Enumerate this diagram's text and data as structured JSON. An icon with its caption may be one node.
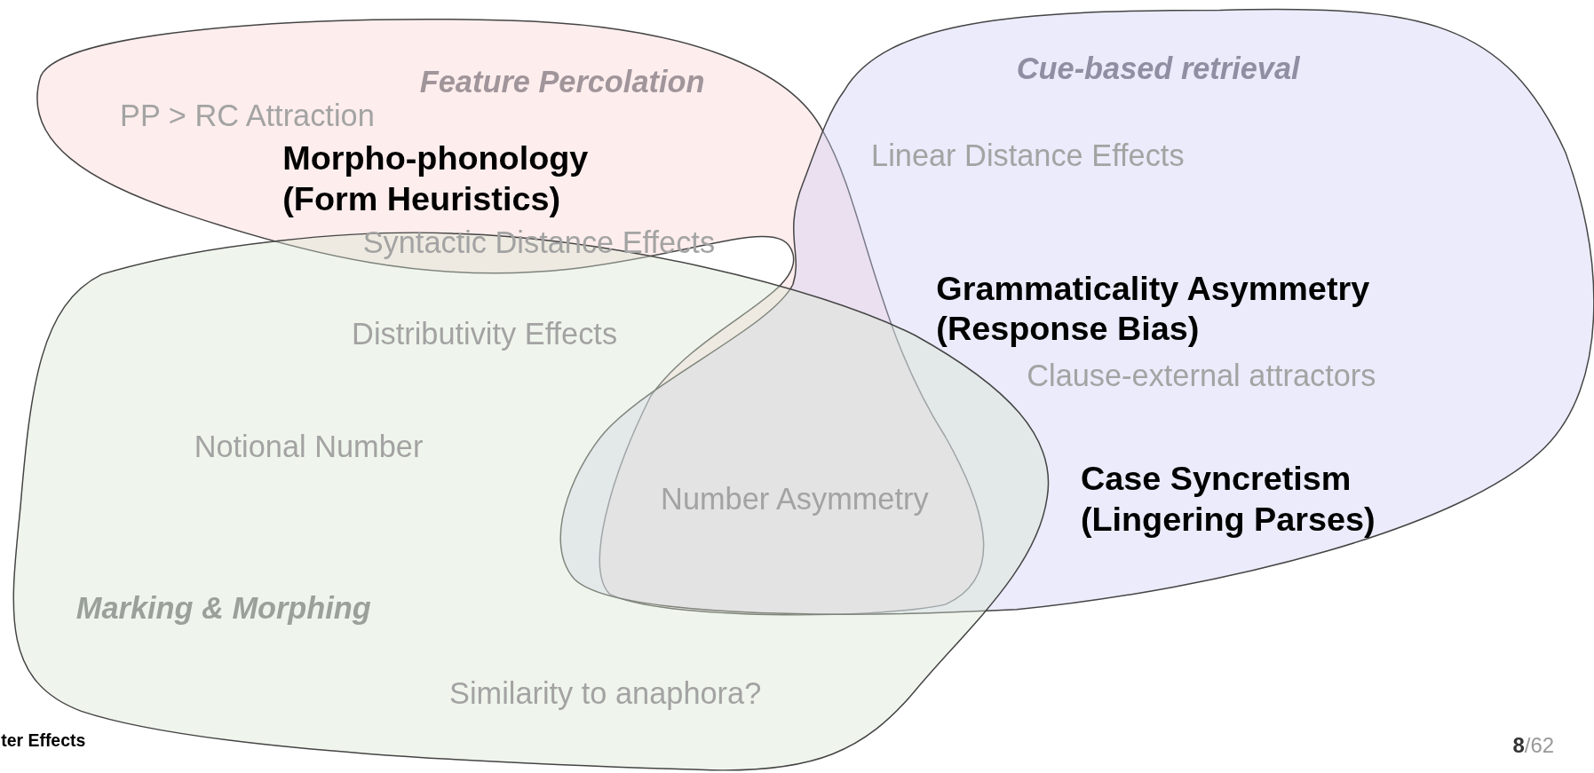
{
  "diagram": {
    "nodes": [
      {
        "text": [
          "Feature Percolation",
          "PP > RC Attraction",
          "Morpho-phonology (Form Heuristics)"
        ]
      },
      {
        "text": [
          "Cue-based retrieval",
          "Linear Distance Effects",
          "Grammaticality Asymmetry (Response Bias)",
          "Clause-external attractors",
          "Case Syncretism (Lingering Parses)"
        ]
      },
      {
        "text": [
          "Marking & Morphing",
          "Distributivity Effects",
          "Notional Number",
          "Similarity to anaphora?"
        ]
      }
    ],
    "edges": [],
    "labels": [
      "Syntactic Distance Effects",
      "Number Asymmetry",
      "ter Effects",
      "**8**/62"
    ]
  }
}
